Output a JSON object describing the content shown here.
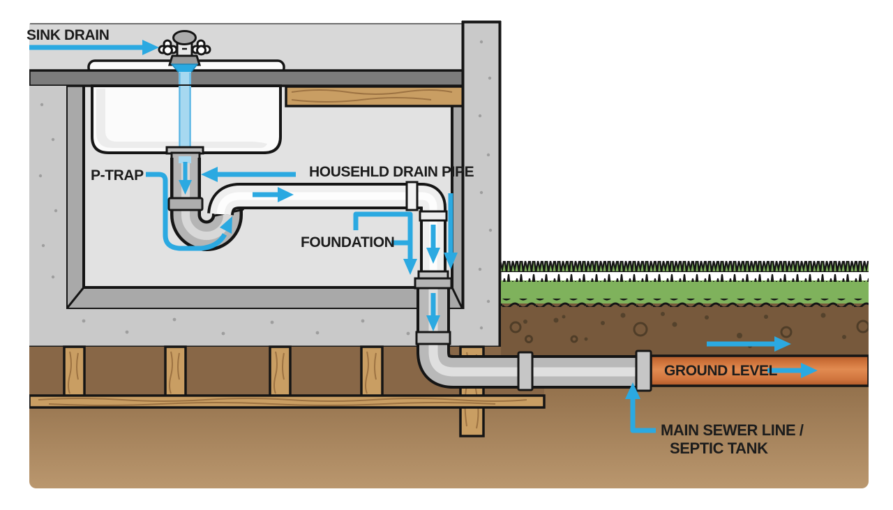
{
  "labels": {
    "sink_drain": "SINK DRAIN",
    "p_trap": "P-TRAP",
    "household_drain_pipe": "HOUSEHLD DRAIN PIPE",
    "foundation": "FOUNDATION",
    "ground_level": "GROUND LEVEL",
    "main_sewer_line": "MAIN SEWER LINE /",
    "septic_tank": "SEPTIC TANK"
  },
  "colors": {
    "arrow_blue": "#2BA9E1",
    "water_light_blue": "#A6D8F0",
    "counter_gray": "#7C7C7C",
    "concrete_gray": "#C9C9C9",
    "interior_panel_gray": "#E2E2E2",
    "frame_gray": "#A9A9A9",
    "pipe_white": "#F2F2F2",
    "pipe_gray": "#B9B9B9",
    "sewer_pipe_orange": "#D9824E",
    "grass_green": "#7FB25C",
    "topsoil_brown": "#77593C",
    "under_house_brown": "#886747",
    "subsoil_brown": "#A8835B",
    "wood_tan": "#C99E63",
    "outline_black": "#151515"
  }
}
